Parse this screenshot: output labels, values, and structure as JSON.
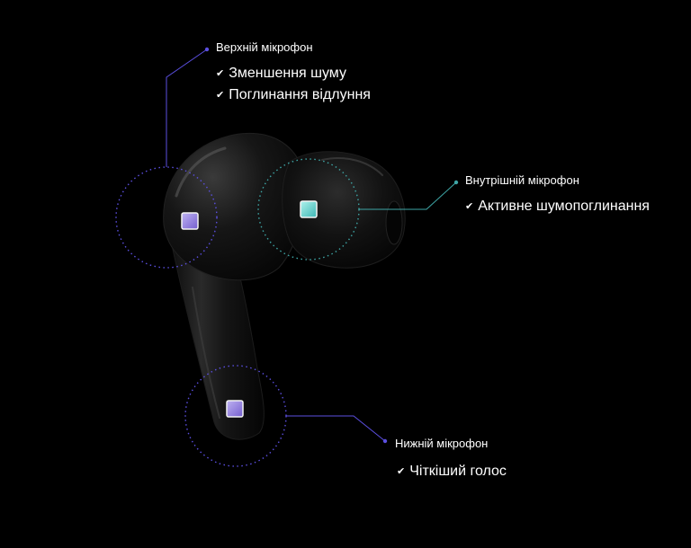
{
  "colors": {
    "background": "#000000",
    "accent_purple": "#5b4fe0",
    "accent_teal": "#3ea6a6",
    "mic_square_purple": "#9a86e6",
    "mic_square_teal": "#6ee0dc",
    "text": "#ffffff"
  },
  "icons": {
    "check": "✔"
  },
  "microphones": {
    "top": {
      "title": "Верхній мікрофон",
      "features": [
        "Зменшення шуму",
        "Поглинання відлуння"
      ]
    },
    "inner": {
      "title": "Внутрішній мікрофон",
      "features": [
        "Активне шумопоглинання"
      ]
    },
    "bottom": {
      "title": "Нижній мікрофон",
      "features": [
        "Чіткіший голос"
      ]
    }
  }
}
